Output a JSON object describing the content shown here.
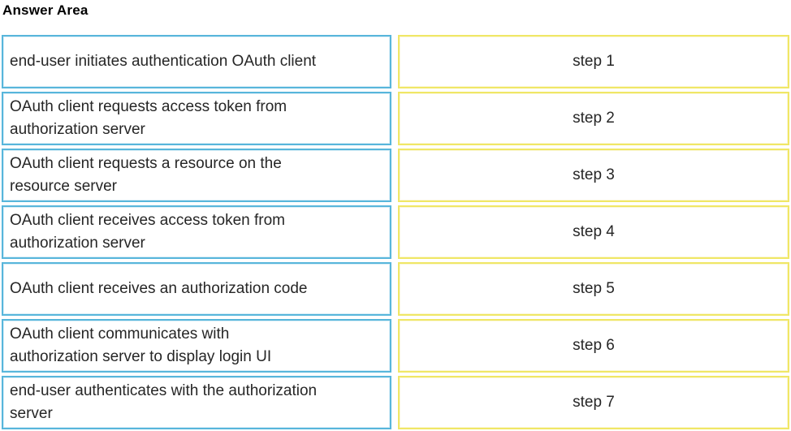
{
  "title": "Answer Area",
  "colors": {
    "item_border_blue": "#58b6db",
    "step_border_yellow": "#f0e766",
    "text": "#262626",
    "background": "#ffffff"
  },
  "pairs": [
    {
      "item": "end-user initiates authentication OAuth client",
      "step": "step 1"
    },
    {
      "item": "OAuth client requests access token from\nauthorization server",
      "step": "step 2"
    },
    {
      "item": "OAuth client requests a resource on the\nresource server",
      "step": "step 3"
    },
    {
      "item": "OAuth client receives access token from\nauthorization server",
      "step": "step 4"
    },
    {
      "item": "OAuth client receives an authorization code",
      "step": "step 5"
    },
    {
      "item": "OAuth client communicates with\nauthorization server to display login UI",
      "step": "step 6"
    },
    {
      "item": "end-user authenticates with the authorization\nserver",
      "step": "step 7"
    }
  ]
}
